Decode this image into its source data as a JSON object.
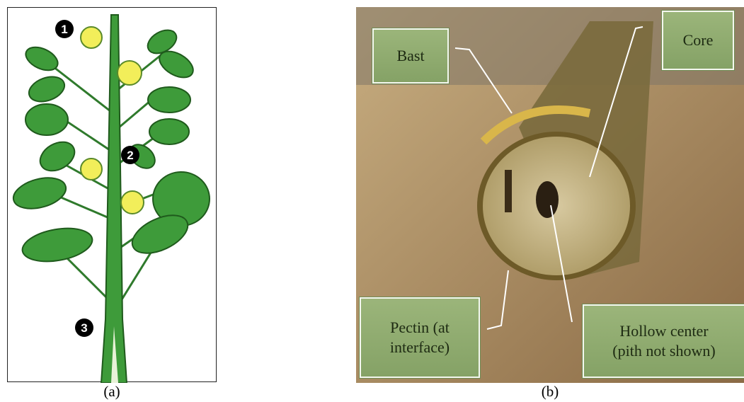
{
  "figure": {
    "caption_a": "(a)",
    "caption_b": "(b)",
    "plant_markers": [
      "1",
      "2",
      "3"
    ],
    "labels": {
      "bast": "Bast",
      "core": "Core",
      "pectin": "Pectin (at\ninterface)",
      "hollow": "Hollow center\n(pith not shown)"
    }
  },
  "colors": {
    "leaf": "#3e9b3a",
    "leaf_dark": "#1f5a1c",
    "flower": "#f2ee5a",
    "label_box": "#8faa6f",
    "wood": "#b79a6a"
  }
}
